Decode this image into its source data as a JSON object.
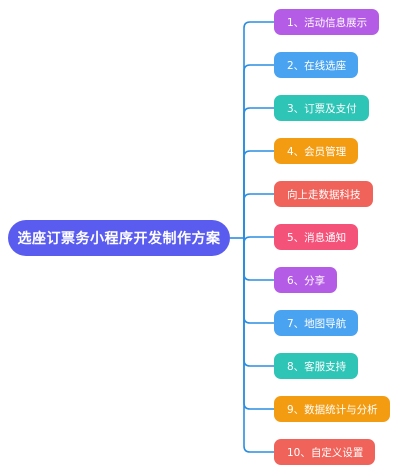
{
  "mindmap": {
    "root": {
      "label": "选座订票务小程序开发制作方案",
      "color": "#5a5cf0"
    },
    "connector_color": "#2a8ee0",
    "branches": [
      {
        "label": "1、活动信息展示",
        "color": "#b45ce6"
      },
      {
        "label": "2、在线选座",
        "color": "#4aa3f0"
      },
      {
        "label": "3、订票及支付",
        "color": "#2ec4b6"
      },
      {
        "label": "4、会员管理",
        "color": "#f39c12"
      },
      {
        "label": "向上走数据科技",
        "color": "#f0635a"
      },
      {
        "label": "5、消息通知",
        "color": "#f5527a"
      },
      {
        "label": "6、分享",
        "color": "#b45ce6"
      },
      {
        "label": "7、地图导航",
        "color": "#4aa3f0"
      },
      {
        "label": "8、客服支持",
        "color": "#2ec4b6"
      },
      {
        "label": "9、数据统计与分析",
        "color": "#f39c12"
      },
      {
        "label": "10、自定义设置",
        "color": "#f0635a"
      }
    ]
  }
}
